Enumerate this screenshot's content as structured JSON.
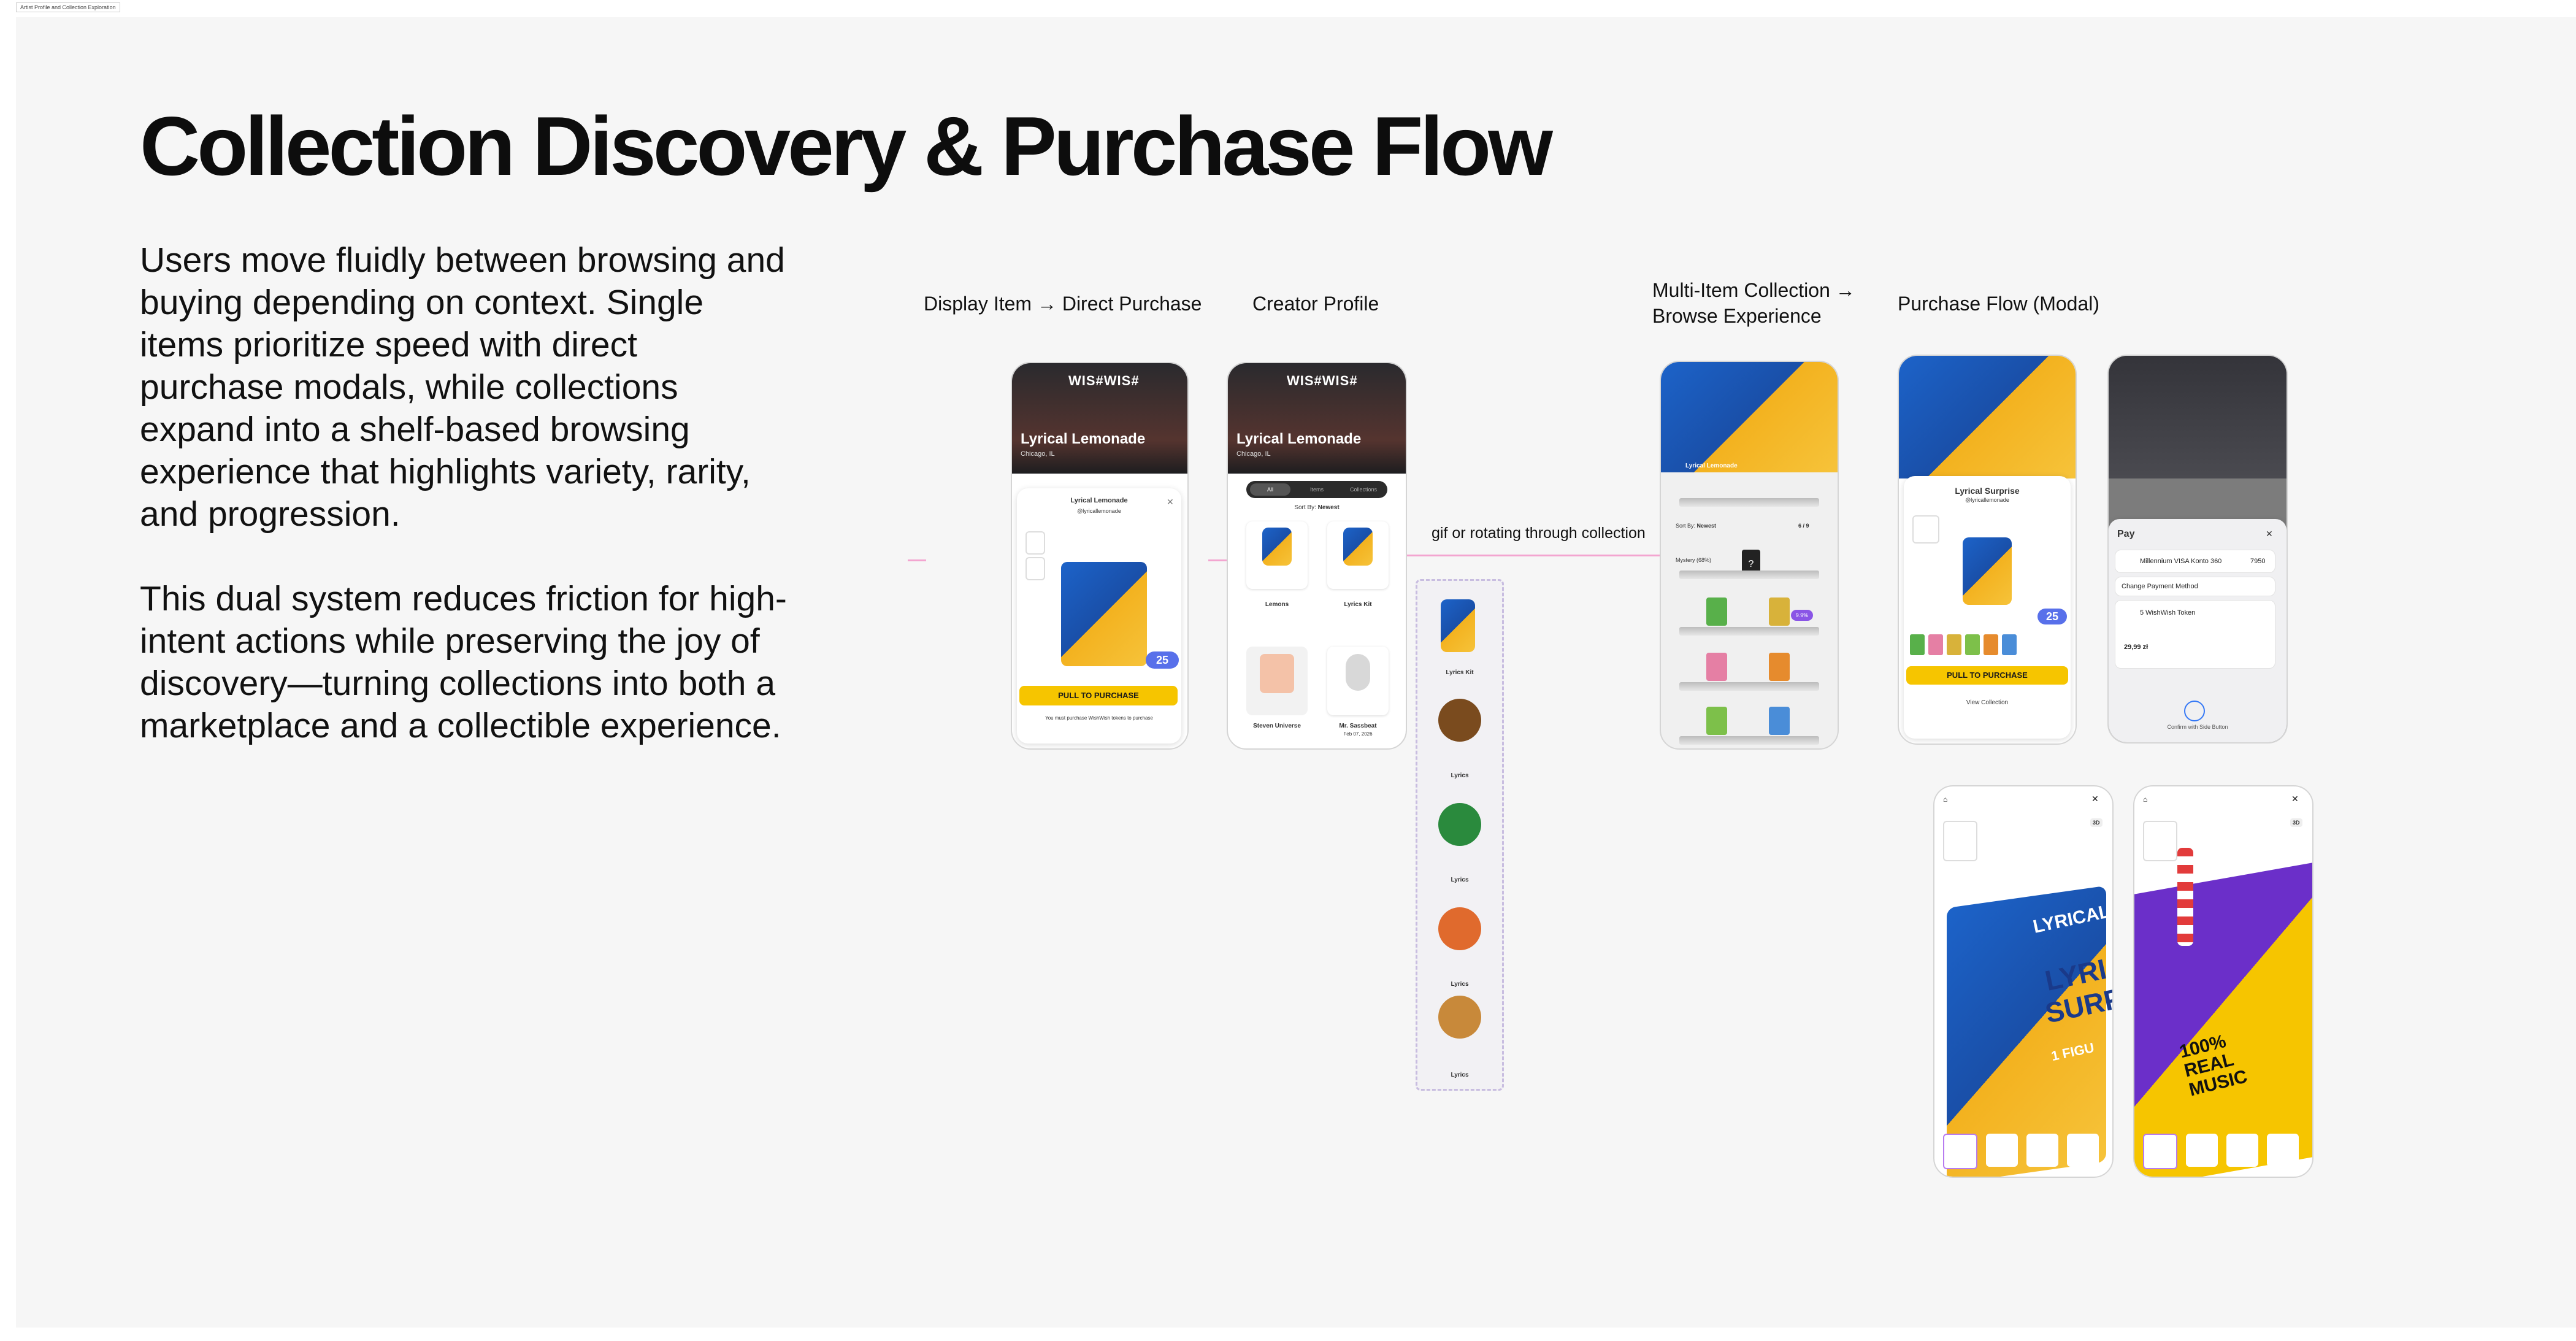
{
  "frame_tag": "Artist Profile and Collection Exploration",
  "page_title": "Collection Discovery & Purchase Flow",
  "intro_paragraph_1": "Users move fluidly between browsing and buying depending on context. Single items prioritize speed with direct purchase modals, while collections expand into a shelf-based browsing experience that highlights variety, rarity, and progression.",
  "intro_paragraph_2": "This dual system reduces friction for high-intent actions while preserving the joy of discovery—turning collections into both a marketplace and a collectible experience.",
  "section_labels": {
    "display_item": "Display Item → Direct Purchase",
    "creator_profile": "Creator Profile",
    "multi_item": "Multi-Item Collection → Browse Experience",
    "purchase_flow": "Purchase Flow (Modal)"
  },
  "connector_label": "gif or rotating through collection",
  "brand": {
    "logo": "WIS#WIS#",
    "creator_name": "Lyrical Lemonade",
    "location": "Chicago, IL",
    "handle": "@lyricallemonade",
    "accent_yellow": "#f6c500",
    "accent_blue": "#1c63c9",
    "accent_purple": "#7d4de0",
    "price_bubble": "#5870ea",
    "connector_pink": "#f3a5d0"
  },
  "display_item_screen": {
    "modal_title": "Lyrical Lemonade",
    "price_badge": "25",
    "cta": "PULL TO PURCHASE",
    "footnote": "You must purchase WishWish tokens to purchase"
  },
  "creator_profile_screen": {
    "tabs": [
      "All",
      "Items",
      "Collections"
    ],
    "sort_label": "Sort By:",
    "sort_value": "Newest",
    "items": [
      {
        "name": "Lemons"
      },
      {
        "name": "Lyrics Kit"
      },
      {
        "name": "Steven Universe"
      },
      {
        "name": "Mr. Sassbeat"
      }
    ],
    "date": "Feb 07, 2026"
  },
  "gif_items": [
    "Lyrics Kit",
    "Lyrics",
    "Lyrics",
    "Lyrics",
    "Lyrics"
  ],
  "multi_item_screen": {
    "sort_label": "Sort By:",
    "sort_value": "Newest",
    "count": "6 / 9",
    "mystery": "Mystery (68%)",
    "rarity_badge": "9.9%"
  },
  "purchase_modal_screen": {
    "title": "Lyrical Surprise",
    "handle": "@lyricallemonade",
    "price_badge": "25",
    "cta": "PULL TO PURCHASE",
    "link": "View Collection"
  },
  "apple_pay_screen": {
    "pay_label": "Pay",
    "card": "Millennium VISA Konto 360",
    "card_last": "7950",
    "change_method": "Change Payment Method",
    "item_name": "5 WishWish Token",
    "price": "29,99 zł",
    "confirm": "Confirm with Side Button"
  },
  "detail_screens": {
    "badge_3d": "3D",
    "product_text_1": "LYRICAL",
    "product_text_2": "LYRI",
    "product_text_3": "SURP",
    "product_text_4": "1 FIGU",
    "product_text_5": "100% REAL MUSIC"
  }
}
